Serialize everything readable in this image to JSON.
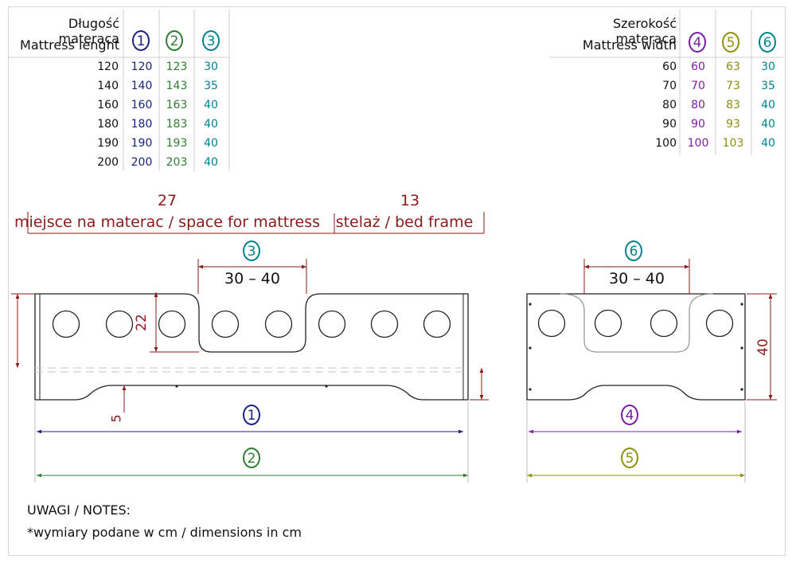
{
  "colors": {
    "c1": "#1a237e",
    "c2": "#2e7d32",
    "c3": "#00838f",
    "c4": "#7b1fa2",
    "c5": "#8f8f12",
    "c6": "#00838f",
    "dim": "#8b1a1a",
    "text": "#111111"
  },
  "length_table": {
    "header_pl": "Długość materaca",
    "header_en": "Mattress lenght",
    "cols": [
      "1",
      "2",
      "3"
    ],
    "rows": [
      [
        "120",
        "120",
        "123",
        "30"
      ],
      [
        "140",
        "140",
        "143",
        "35"
      ],
      [
        "160",
        "160",
        "163",
        "40"
      ],
      [
        "180",
        "180",
        "183",
        "40"
      ],
      [
        "190",
        "190",
        "193",
        "40"
      ],
      [
        "200",
        "200",
        "203",
        "40"
      ]
    ]
  },
  "width_table": {
    "header_pl": "Szerokość materaca",
    "header_en": "Mattress width",
    "cols": [
      "4",
      "5",
      "6"
    ],
    "rows": [
      [
        "60",
        "60",
        "63",
        "30"
      ],
      [
        "70",
        "70",
        "73",
        "35"
      ],
      [
        "80",
        "80",
        "83",
        "40"
      ],
      [
        "90",
        "90",
        "93",
        "40"
      ],
      [
        "100",
        "100",
        "103",
        "40"
      ]
    ]
  },
  "side_view": {
    "space_value": "27",
    "space_label": "miejsce na materac / space for mattress",
    "frame_value": "13",
    "frame_label": "stelaż / bed frame",
    "cutout_marker": "3",
    "cutout_range": "30 – 40",
    "cutout_depth": "22",
    "bottom_depth": "5",
    "inner_marker": "1",
    "outer_marker": "2"
  },
  "end_view": {
    "cutout_marker": "6",
    "cutout_range": "30 – 40",
    "height": "40",
    "inner_marker": "4",
    "outer_marker": "5"
  },
  "notes": {
    "title": "UWAGI / NOTES:",
    "line1": "*wymiary podane w cm / dimensions in cm"
  }
}
